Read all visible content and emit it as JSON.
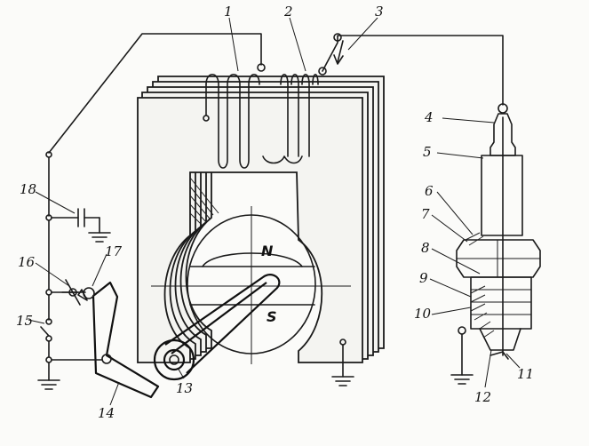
{
  "labels": {
    "l1": "1",
    "l2": "2",
    "l3": "3",
    "l4": "4",
    "l5": "5",
    "l6": "6",
    "l7": "7",
    "l8": "8",
    "l9": "9",
    "l10": "10",
    "l11": "11",
    "l12": "12",
    "l13": "13",
    "l14": "14",
    "l15": "15",
    "l16": "16",
    "l17": "17",
    "l18": "18"
  },
  "poles": {
    "north": "N",
    "south": "S"
  }
}
